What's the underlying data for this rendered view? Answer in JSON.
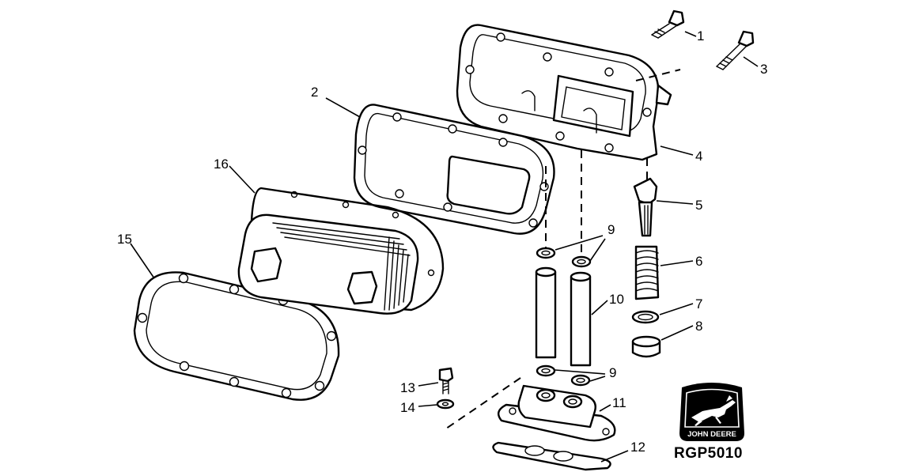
{
  "callouts": [
    "1",
    "2",
    "3",
    "4",
    "5",
    "6",
    "7",
    "8",
    "9",
    "10",
    "11",
    "12",
    "13",
    "14",
    "15",
    "16",
    "9"
  ],
  "logo": {
    "brand_text": "JOHN DEERE",
    "icon": "deere-leaping-deer-icon"
  },
  "figure_code": "RGP5010"
}
